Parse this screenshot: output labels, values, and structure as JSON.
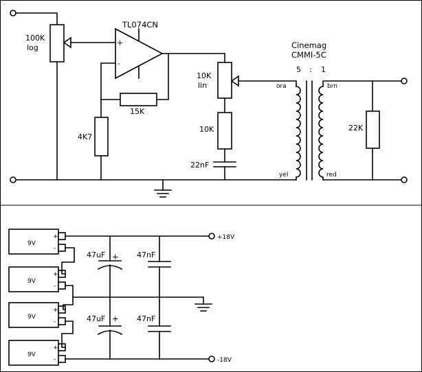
{
  "amp": {
    "pot_in_value": "100K",
    "pot_in_taper": "log",
    "opamp_name": "TL074CN",
    "opamp_plus": "+",
    "opamp_minus": "-",
    "r_feedback": "15K",
    "r_ground": "4K7",
    "pot_out_value": "10K",
    "pot_out_taper": "lin",
    "r_series": "10K",
    "c_series": "22nF",
    "transformer_brand": "Cinemag",
    "transformer_model": "CMMI-5C",
    "ratio_left": "5",
    "ratio_colon": ":",
    "ratio_right": "1",
    "wire_ora": "ora",
    "wire_yel": "yel",
    "wire_brn": "brn",
    "wire_red": "red",
    "r_load": "22K"
  },
  "power": {
    "battery_label": "9V",
    "batteries": [
      "9V",
      "9V",
      "9V",
      "9V"
    ],
    "battery_plus": "+",
    "battery_minus": "-",
    "c_elec_top": "47uF",
    "c_elec_bottom": "47uF",
    "c_elec_plus": "+",
    "c_film_top": "47nF",
    "c_film_bottom": "47nF",
    "rail_pos": "+18V",
    "rail_neg": "-18V"
  }
}
